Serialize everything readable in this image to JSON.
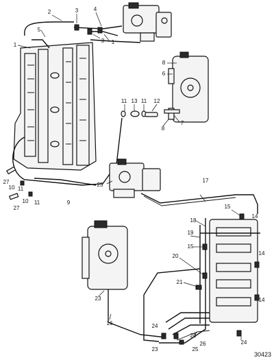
{
  "figure_number": "30423",
  "callouts": [
    {
      "id": "c-2a",
      "text": "2"
    },
    {
      "id": "c-3a",
      "text": "3"
    },
    {
      "id": "c-4",
      "text": "4"
    },
    {
      "id": "c-5",
      "text": "5"
    },
    {
      "id": "c-3b",
      "text": "3"
    },
    {
      "id": "c-1a",
      "text": "1"
    },
    {
      "id": "c-1b",
      "text": "1"
    },
    {
      "id": "c-8a",
      "text": "8"
    },
    {
      "id": "c-6",
      "text": "6"
    },
    {
      "id": "c-11a",
      "text": "11"
    },
    {
      "id": "c-13",
      "text": "13"
    },
    {
      "id": "c-11b",
      "text": "11"
    },
    {
      "id": "c-12",
      "text": "12"
    },
    {
      "id": "c-7",
      "text": "7"
    },
    {
      "id": "c-8b",
      "text": "8"
    },
    {
      "id": "c-23a",
      "text": "23"
    },
    {
      "id": "c-27a",
      "text": "27"
    },
    {
      "id": "c-10a",
      "text": "10"
    },
    {
      "id": "c-11c",
      "text": "11"
    },
    {
      "id": "c-9",
      "text": "9"
    },
    {
      "id": "c-10b",
      "text": "10"
    },
    {
      "id": "c-11d",
      "text": "11"
    },
    {
      "id": "c-27b",
      "text": "27"
    },
    {
      "id": "c-17",
      "text": "17"
    },
    {
      "id": "c-15a",
      "text": "15"
    },
    {
      "id": "c-14a",
      "text": "14"
    },
    {
      "id": "c-18",
      "text": "18"
    },
    {
      "id": "c-19",
      "text": "19"
    },
    {
      "id": "c-15b",
      "text": "15"
    },
    {
      "id": "c-14b",
      "text": "14"
    },
    {
      "id": "c-20",
      "text": "20"
    },
    {
      "id": "c-21",
      "text": "21"
    },
    {
      "id": "c-23b",
      "text": "23"
    },
    {
      "id": "c-14c",
      "text": "14"
    },
    {
      "id": "c-16",
      "text": "16"
    },
    {
      "id": "c-24a",
      "text": "24"
    },
    {
      "id": "c-22",
      "text": "22"
    },
    {
      "id": "c-24b",
      "text": "24"
    },
    {
      "id": "c-26",
      "text": "26"
    },
    {
      "id": "c-23c",
      "text": "23"
    },
    {
      "id": "c-25",
      "text": "25"
    }
  ]
}
